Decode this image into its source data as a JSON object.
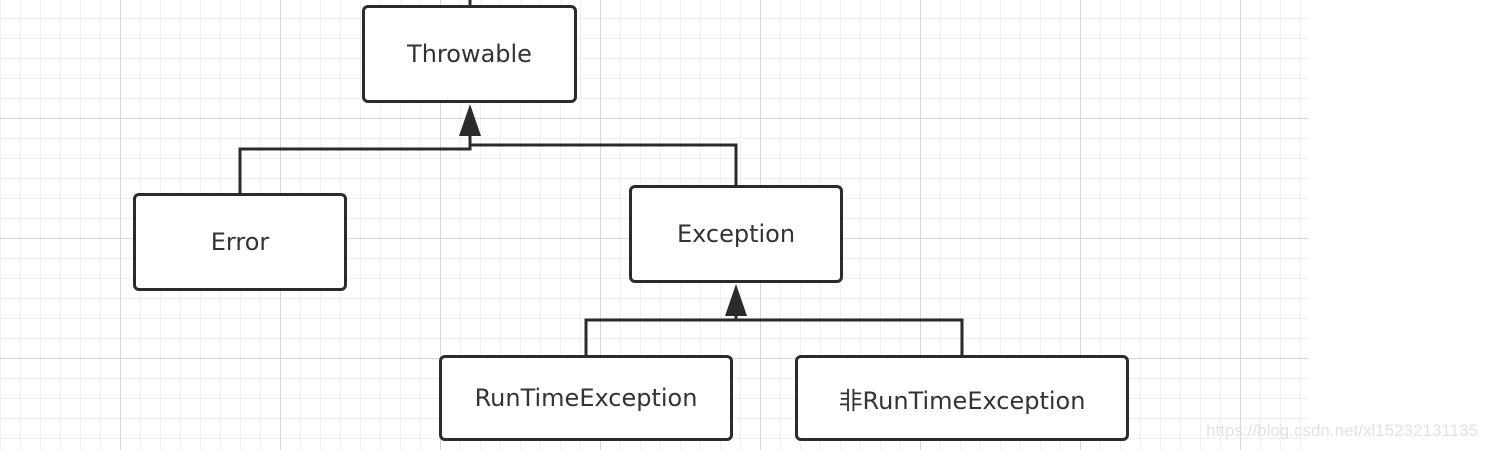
{
  "diagram": {
    "nodes": {
      "throwable": "Throwable",
      "error": "Error",
      "exception": "Exception",
      "runtime_exception": "RunTimeException",
      "non_runtime_exception": "非RunTimeException"
    },
    "edges": [
      {
        "from": "Error",
        "to": "Throwable",
        "type": "inheritance"
      },
      {
        "from": "Exception",
        "to": "Throwable",
        "type": "inheritance"
      },
      {
        "from": "RunTimeException",
        "to": "Exception",
        "type": "inheritance"
      },
      {
        "from": "非RunTimeException",
        "to": "Exception",
        "type": "inheritance"
      }
    ]
  },
  "watermark": "https://blog.csdn.net/xl15232131135",
  "colors": {
    "stroke": "#2b2b2b",
    "text": "#333333",
    "grid_major": "#d6d6d6",
    "grid_minor": "#efefef"
  }
}
